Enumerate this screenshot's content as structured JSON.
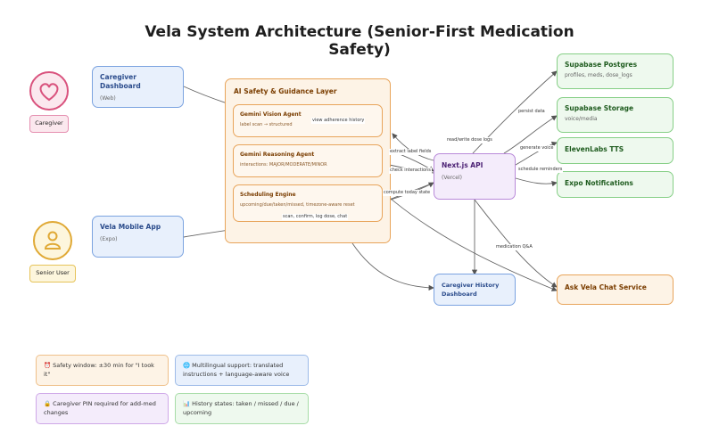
{
  "title_line1": "Vela System Architecture (Senior-First Medication",
  "title_line2": "Safety)",
  "actors": {
    "caregiver": {
      "label": "Caregiver",
      "icon": "heart-icon"
    },
    "senior": {
      "label": "Senior User",
      "icon": "person-icon"
    }
  },
  "nodes": {
    "caregiver_dashboard": {
      "title": "Caregiver Dashboard",
      "sub": "(Web)"
    },
    "mobile_app": {
      "title": "Vela Mobile App",
      "sub": "(Expo)"
    },
    "ai_layer": {
      "title": "AI Safety & Guidance Layer"
    },
    "gemini_vision": {
      "title": "Gemini Vision Agent",
      "sub": "label scan → structured"
    },
    "gemini_reasoning": {
      "title": "Gemini Reasoning Agent",
      "sub": "interactions: MAJOR/MODERATE/MINOR"
    },
    "scheduling": {
      "title": "Scheduling Engine",
      "sub": "upcoming/due/taken/missed, timezone-aware reset"
    },
    "nextjs": {
      "title": "Next.js API",
      "sub": "(Vercel)"
    },
    "history_dashboard": {
      "title": "Caregiver History Dashboard"
    },
    "supabase_postgres": {
      "title": "Supabase Postgres",
      "sub": "profiles, meds, dose_logs"
    },
    "supabase_storage": {
      "title": "Supabase Storage",
      "sub": "voice/media"
    },
    "elevenlabs": {
      "title": "ElevenLabs TTS"
    },
    "expo_notifications": {
      "title": "Expo Notifications"
    },
    "ask_vela": {
      "title": "Ask Vela Chat Service"
    }
  },
  "edge_labels": {
    "view_history": "view adherence history",
    "extract": "extract label fields",
    "check": "check interactions",
    "compute": "compute today state",
    "scan_confirm": "scan, confirm, log dose, chat",
    "read_write": "read/write dose logs",
    "persist": "persist data",
    "generate_voice": "generate voice",
    "schedule_reminders": "schedule reminders",
    "medication_qa": "medication Q&A"
  },
  "notes": {
    "safety_window": "⏰ Safety window: ±30 min for \"I took it\"",
    "multilingual": "🌐 Multilingual support: translated instructions + language-aware voice",
    "pin": "🔒 Caregiver PIN required for add-med changes",
    "history_states": "📊 History states: taken / missed / due / upcoming"
  },
  "colors": {
    "blue": "#7ba3e0",
    "green": "#86cf86",
    "orange": "#e8a45a",
    "purple": "#b98ad9",
    "pink": "#e58fb0",
    "yellow": "#e6c359",
    "arrow": "#555555"
  }
}
